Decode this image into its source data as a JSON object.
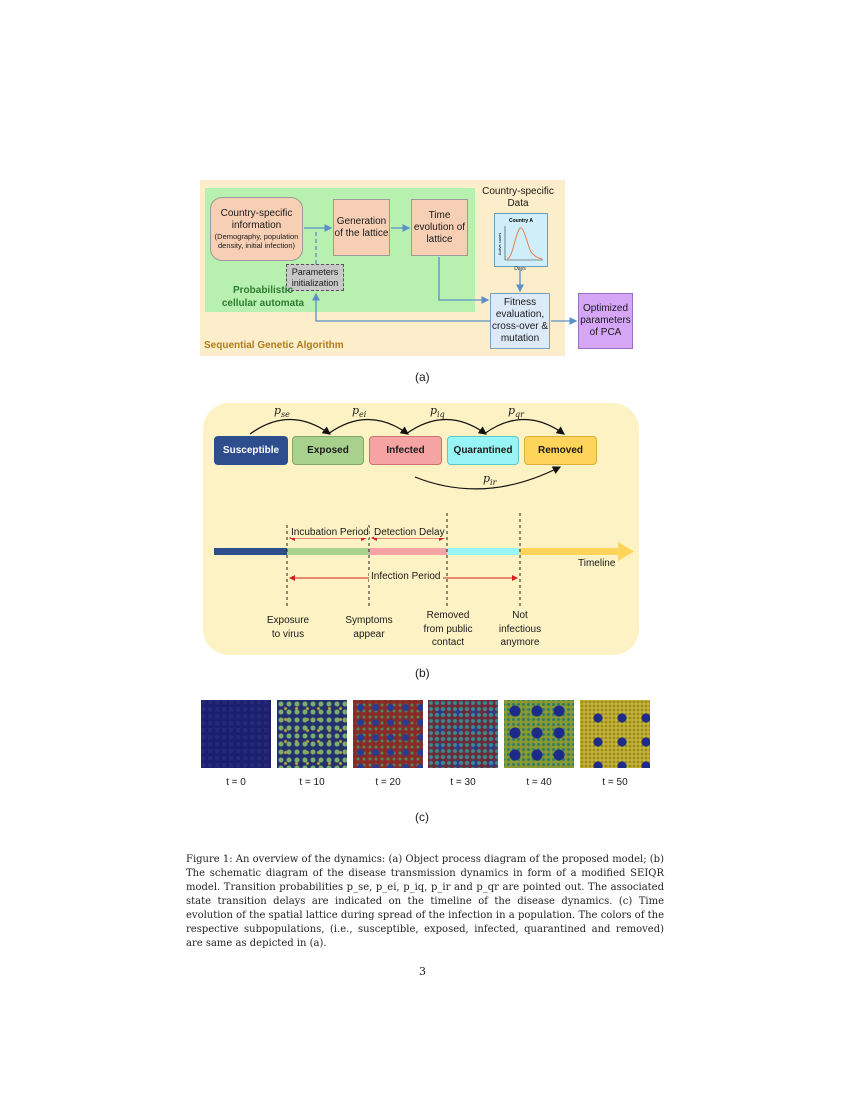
{
  "panel_a": {
    "country_info_title": "Country-specific information",
    "country_info_detail": "(Demography, population density, initial infection)",
    "generation": "Generation of the lattice",
    "time_evolution": "Time evolution of lattice",
    "country_data": "Country-specific Data",
    "mini_chart_title": "Country A",
    "mini_chart_ylabel": "Active cases",
    "mini_chart_xlabel": "Days",
    "params_init": "Parameters initialization",
    "pca_label": "Probabilistic cellular automata",
    "fitness": "Fitness evaluation, cross-over & mutation",
    "optimized": "Optimized parameters of PCA",
    "sga_label": "Sequential Genetic Algorithm",
    "label": "(a)"
  },
  "panel_b": {
    "states": [
      {
        "label": "Susceptible",
        "color": "#2e4d8c"
      },
      {
        "label": "Exposed",
        "color": "#a9d18e"
      },
      {
        "label": "Infected",
        "color": "#f5a3a3"
      },
      {
        "label": "Quarantined",
        "color": "#98f5f5"
      },
      {
        "label": "Removed",
        "color": "#ffd45a"
      }
    ],
    "transitions": [
      "p_se",
      "p_ei",
      "p_iq",
      "p_qr",
      "p_ir"
    ],
    "incubation": "Incubation Period",
    "detection": "Detection Delay",
    "infection_period": "Infection Period",
    "timeline": "Timeline",
    "events": [
      "Exposure to virus",
      "Symptoms appear",
      "Removed from public contact",
      "Not infectious anymore"
    ],
    "label": "(b)"
  },
  "panel_c": {
    "times": [
      "t = 0",
      "t = 10",
      "t = 20",
      "t = 30",
      "t = 40",
      "t = 50"
    ],
    "label": "(c)"
  },
  "caption": "Figure 1: An overview of the dynamics: (a) Object process diagram of the proposed model; (b) The schematic diagram of the disease transmission dynamics in form of a modified SEIQR model. Transition probabilities p_se, p_ei, p_iq, p_ir and p_qr are pointed out. The associated state transition delays are indicated on the timeline of the disease dynamics. (c) Time evolution of the spatial lattice during spread of the infection in a population. The colors of the respective subpopulations, (i.e., susceptible, exposed, infected, quarantined and removed) are same as depicted in (a).",
  "page_number": "3"
}
